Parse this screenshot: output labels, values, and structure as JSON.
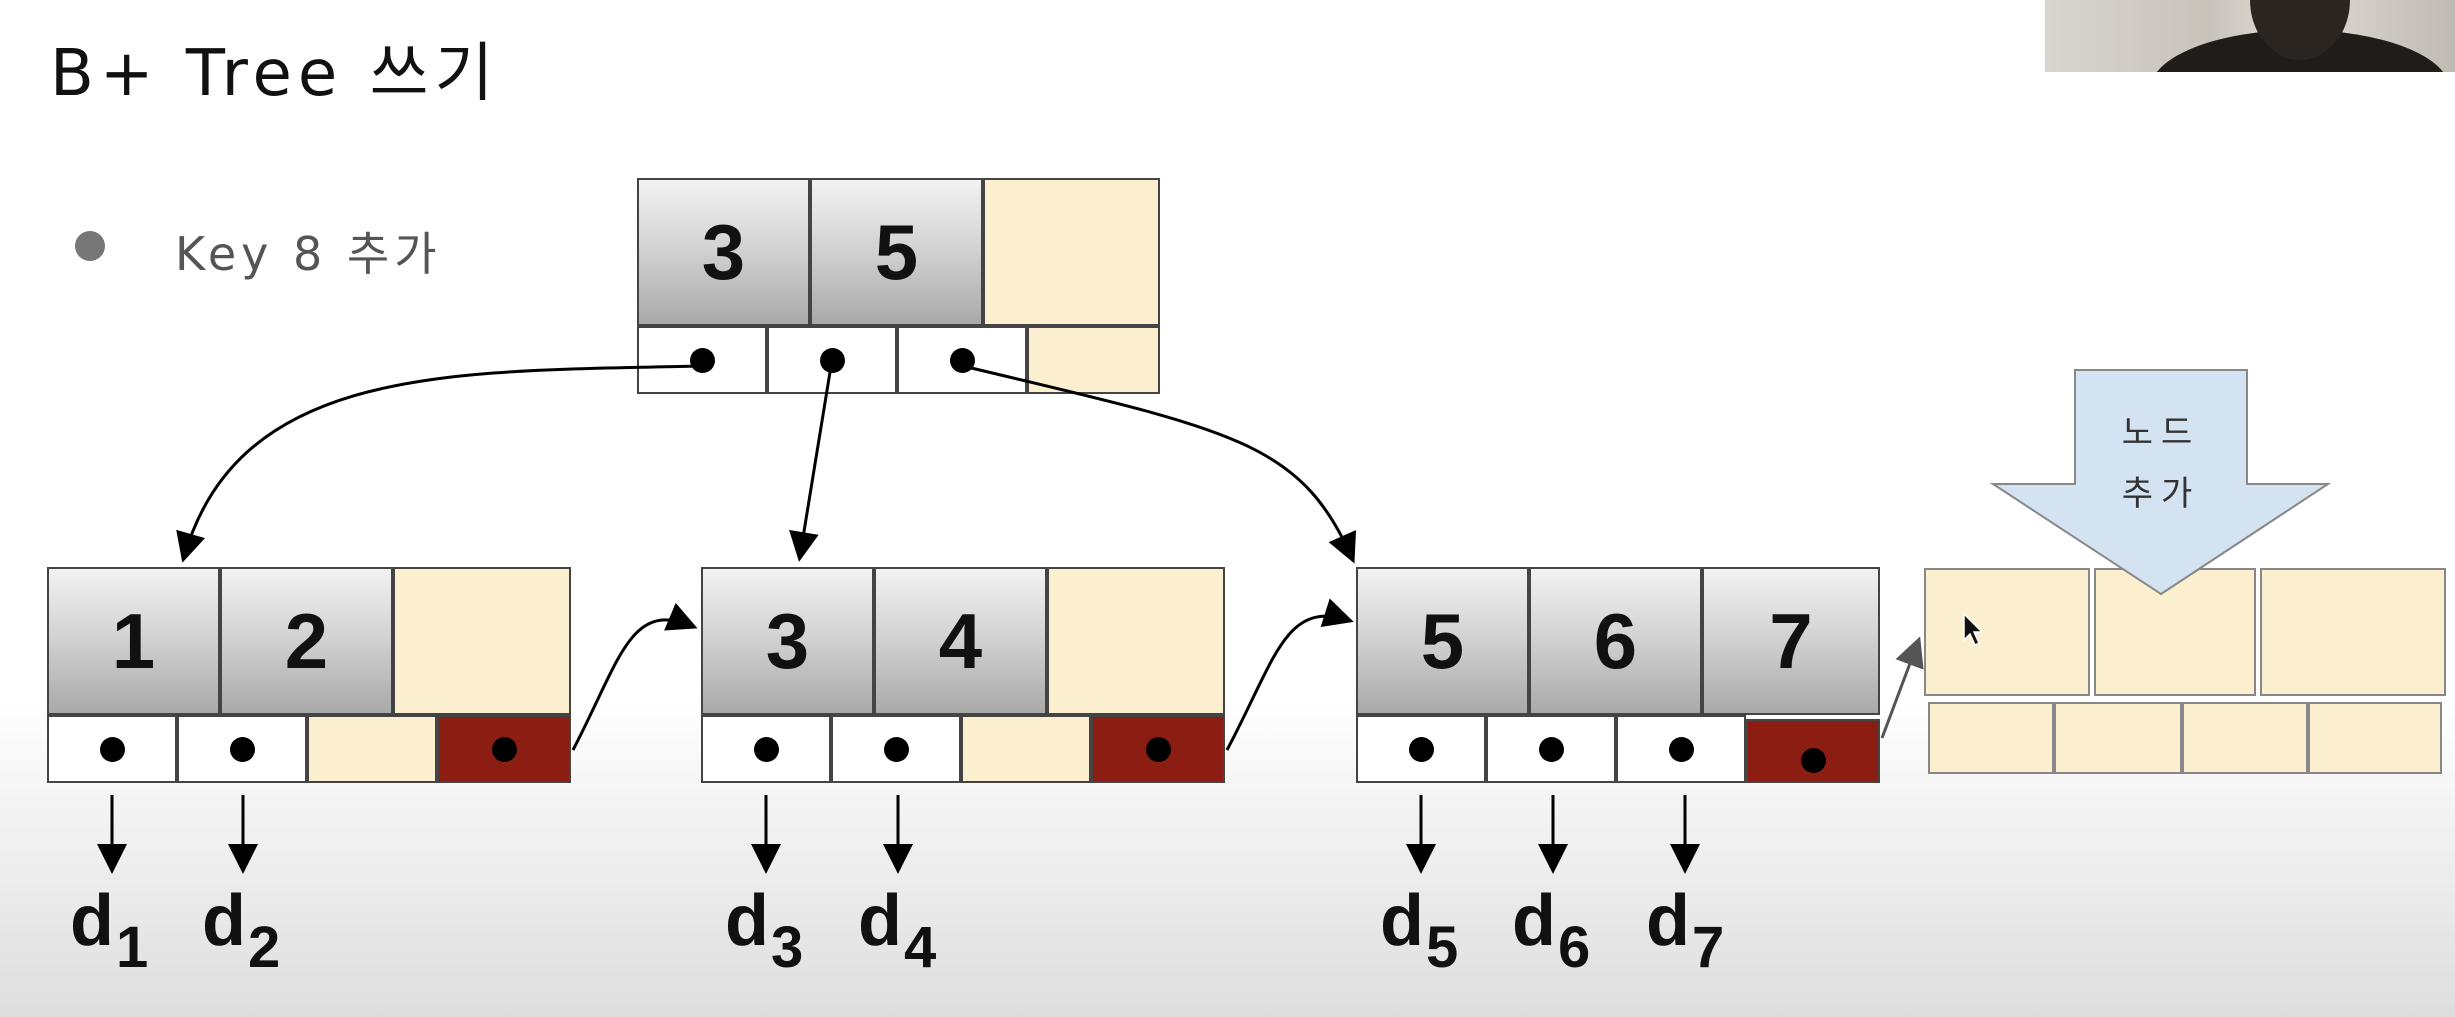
{
  "title": "B+ Tree 쓰기",
  "bullet": "Key 8 추가",
  "root": {
    "keys": [
      "3",
      "5",
      ""
    ]
  },
  "leaves": [
    {
      "keys": [
        "1",
        "2",
        ""
      ],
      "data": [
        {
          "d": "d",
          "sub": "1"
        },
        {
          "d": "d",
          "sub": "2"
        }
      ]
    },
    {
      "keys": [
        "3",
        "4",
        ""
      ],
      "data": [
        {
          "d": "d",
          "sub": "3"
        },
        {
          "d": "d",
          "sub": "4"
        }
      ]
    },
    {
      "keys": [
        "5",
        "6",
        "7"
      ],
      "data": [
        {
          "d": "d",
          "sub": "5"
        },
        {
          "d": "d",
          "sub": "6"
        },
        {
          "d": "d",
          "sub": "7"
        }
      ]
    }
  ],
  "add_node_arrow": {
    "line1": "노드",
    "line2": "추가"
  },
  "colors": {
    "empty_cell": "#fcefd0",
    "next_pointer": "#8c1d12",
    "key_cell_gradient_top": "#f2f2f2",
    "key_cell_gradient_bottom": "#a9a9a9",
    "add_arrow_fill": "#d4e3f2"
  }
}
